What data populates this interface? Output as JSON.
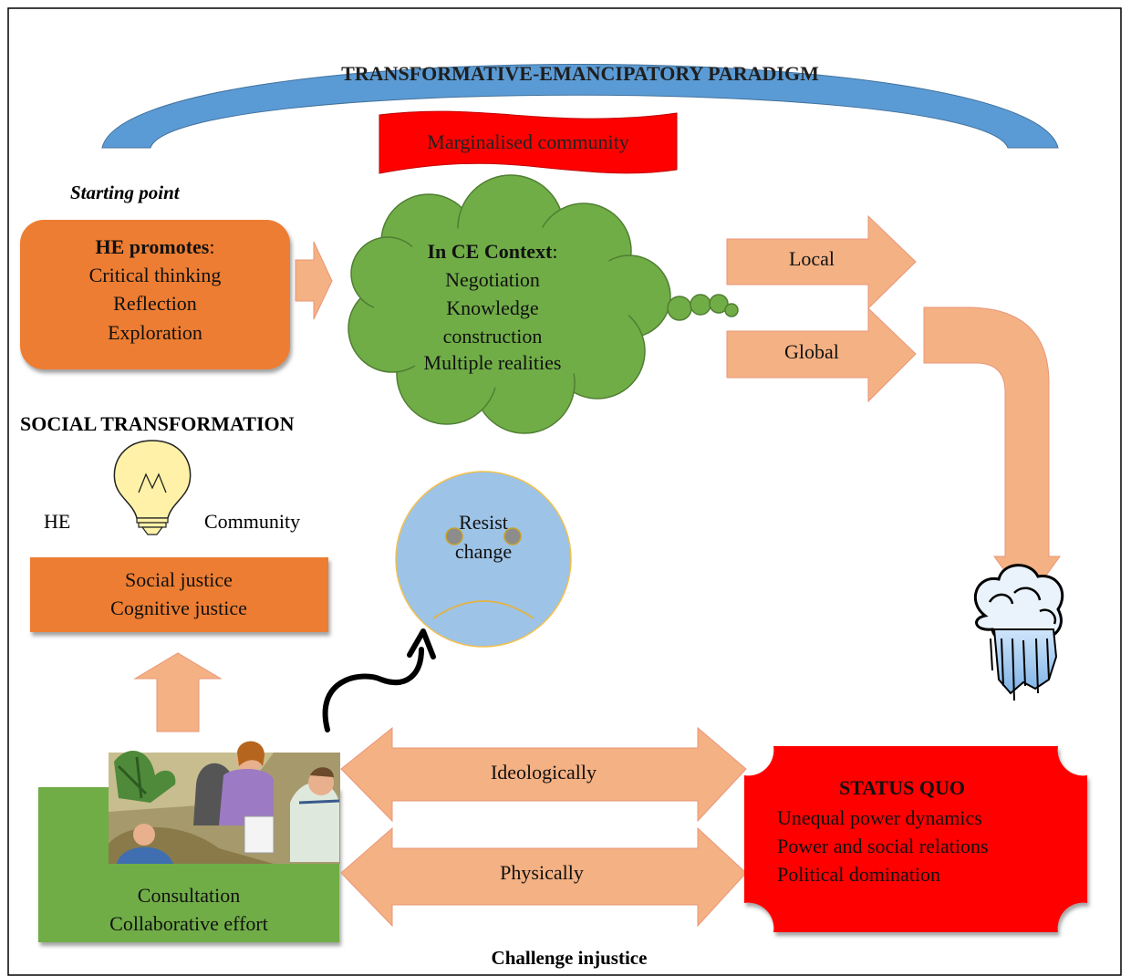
{
  "colors": {
    "arc_blue": "#5b9bd5",
    "orange": "#ed7d31",
    "green": "#70ad47",
    "red": "#ff0000",
    "salmon": "#f4b183",
    "face_blue": "#9dc3e6",
    "bulb_yellow": "#fff2a8"
  },
  "paradigm": {
    "title": "TRANSFORMATIVE-EMANCIPATORY PARADIGM"
  },
  "banner": {
    "text": "Marginalised community"
  },
  "starting": {
    "caption": "Starting point",
    "heading": "HE promotes",
    "heading_suffix": ":",
    "items": [
      "Critical thinking",
      "Reflection",
      "Exploration"
    ]
  },
  "cloud": {
    "heading": "In CE Context",
    "heading_suffix": ":",
    "items": [
      "Negotiation",
      "Knowledge",
      "construction",
      "Multiple realities"
    ]
  },
  "scope_arrows": [
    "Local",
    "Global"
  ],
  "social": {
    "title": "SOCIAL TRANSFORMATION",
    "left_label": "HE",
    "right_label": "Community",
    "icon": "light-bulb-icon"
  },
  "justice": {
    "items": [
      "Social justice",
      "Cognitive justice"
    ]
  },
  "resist": {
    "lines": [
      "Resist",
      "change"
    ],
    "icon": "sad-face-icon"
  },
  "collab": {
    "items": [
      "Consultation",
      "Collaborative effort"
    ],
    "image": "meeting-clipart"
  },
  "double_arrows": [
    "Ideologically",
    "Physically"
  ],
  "status_quo": {
    "title": "STATUS QUO",
    "items": [
      "Unequal power dynamics",
      "Power and social relations",
      "Political domination"
    ]
  },
  "footer": {
    "caption": "Challenge injustice"
  },
  "weather_icon": "rain-cloud-icon"
}
